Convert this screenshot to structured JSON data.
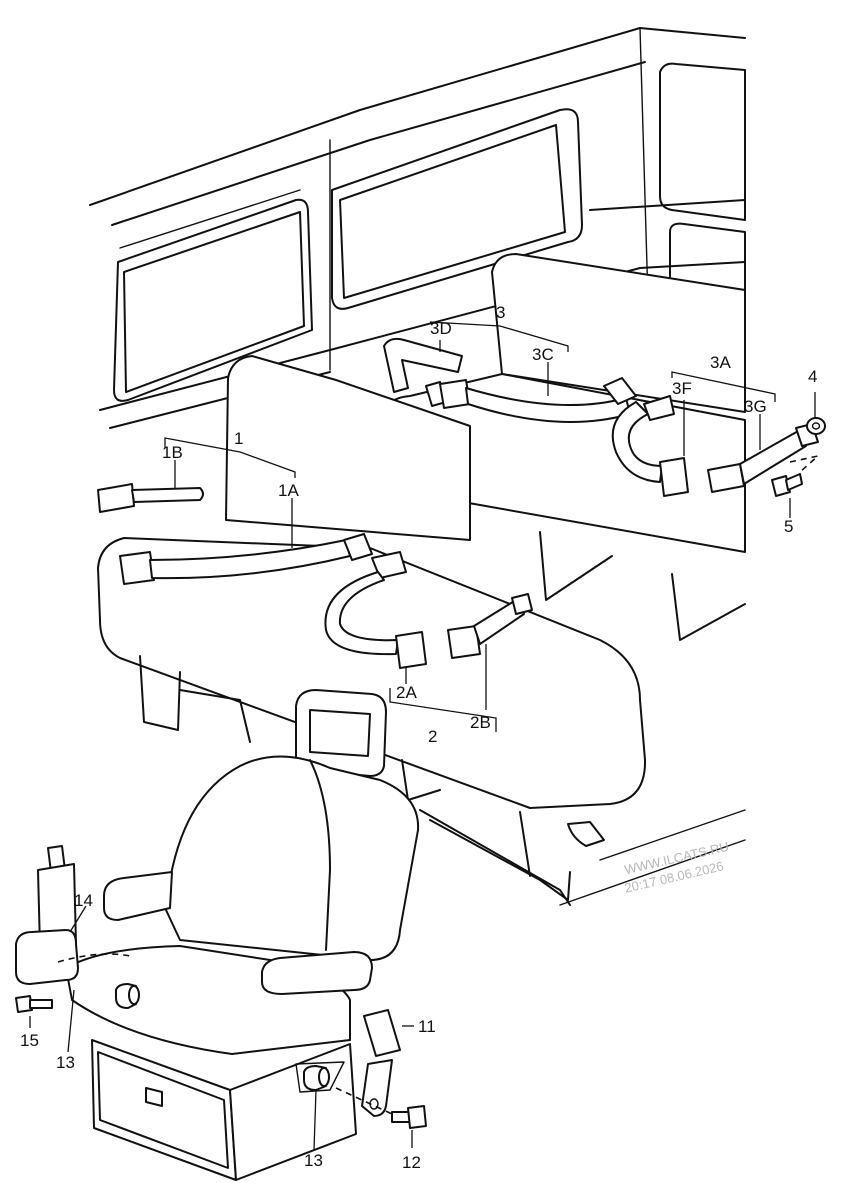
{
  "labels": {
    "l1": "1",
    "l1A": "1A",
    "l1B": "1B",
    "l2": "2",
    "l2A": "2A",
    "l2B": "2B",
    "l3": "3",
    "l3A": "3A",
    "l3C": "3C",
    "l3D": "3D",
    "l3F": "3F",
    "l3G": "3G",
    "l4": "4",
    "l5": "5",
    "l11": "11",
    "l12": "12",
    "l13a": "13",
    "l13b": "13",
    "l14": "14",
    "l15": "15"
  },
  "watermark": {
    "line1": "WWW.ILCATS.RU",
    "line2": "20:17 08.06.2026"
  }
}
